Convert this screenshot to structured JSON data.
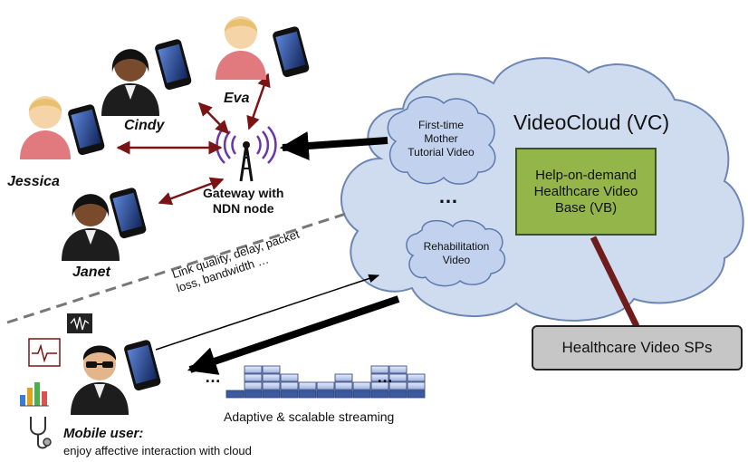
{
  "people": {
    "jessica": "Jessica",
    "cindy": "Cindy",
    "eva": "Eva",
    "janet": "Janet"
  },
  "gateway": {
    "line1": "Gateway with",
    "line2": "NDN node"
  },
  "cloud": {
    "title": "VideoCloud (VC)",
    "video1": [
      "First-time",
      "Mother",
      "Tutorial Video"
    ],
    "video2": [
      "Rehabilitation",
      "Video"
    ],
    "ellipsis": "…",
    "vb_box": [
      "Help-on-demand",
      "Healthcare Video",
      "Base (VB)"
    ]
  },
  "sp_box": "Healthcare Video SPs",
  "link_feedback": {
    "line1": "Link quality, delay, packet",
    "line2": "loss, bandwidth …"
  },
  "streaming": {
    "label": "Adaptive & scalable streaming",
    "left_dots": "…",
    "right_dots": "…"
  },
  "mobile_user": {
    "title": "Mobile user:",
    "subtitle": "enjoy affective interaction with cloud"
  },
  "colors": {
    "cloud_fill": "#cfdcef",
    "cloud_stroke": "#6d86b4",
    "vb_fill": "#94b549",
    "sp_fill": "#c6c6c6",
    "dark_arrow": "#7a1414",
    "stream_bar": "#b9c8ea",
    "phone": "#1f3f87"
  },
  "icons": [
    "female-user-icon",
    "businesswoman-icon",
    "smartphone-icon",
    "antenna-tower-icon",
    "sunglasses-user-icon",
    "heart-monitor-icon",
    "audio-wave-icon",
    "bar-chart-icon",
    "stethoscope-icon"
  ]
}
